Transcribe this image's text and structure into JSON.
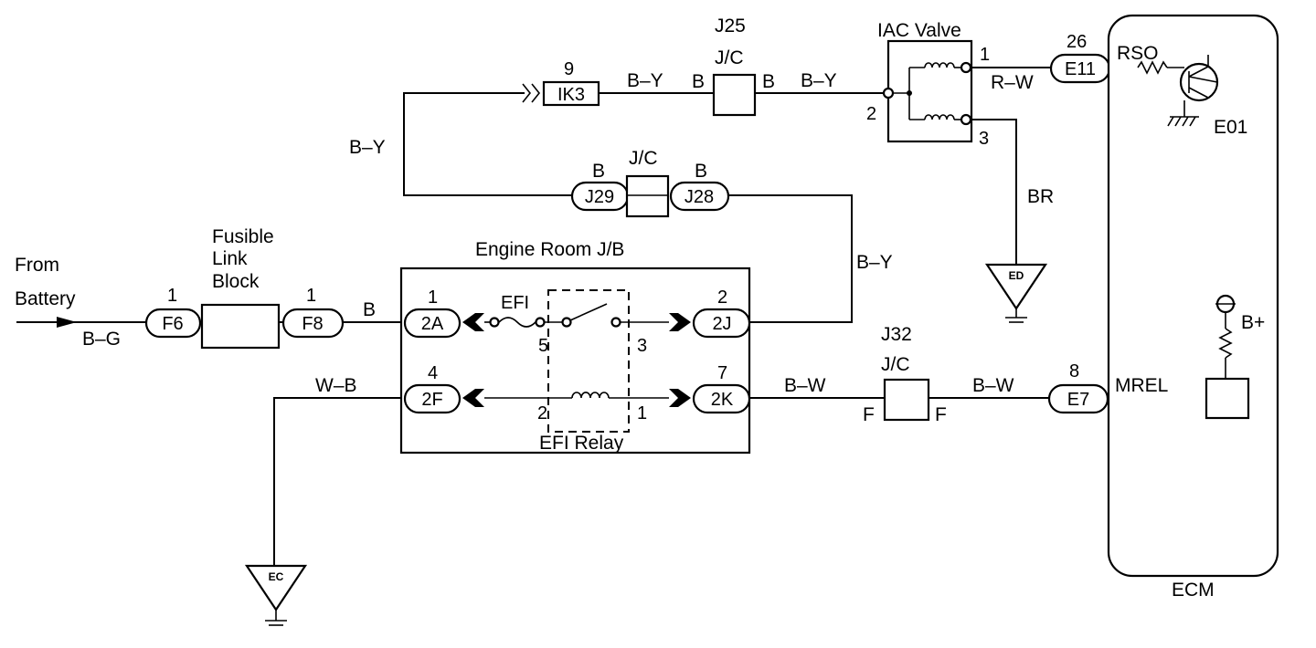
{
  "source": {
    "text_line1": "From",
    "text_line2": "Battery",
    "wire": "B–G"
  },
  "fusible_link": {
    "label_line1": "Fusible",
    "label_line2": "Link",
    "label_line3": "Block",
    "in_pin": "1",
    "in_connector": "F6",
    "out_pin": "1",
    "out_connector": "F8",
    "out_wire": "B"
  },
  "engine_room_jb": {
    "title": "Engine Room J/B",
    "conn_2a": "2A",
    "pin_2a": "1",
    "conn_2f": "2F",
    "pin_2f": "4",
    "conn_2j": "2J",
    "pin_2j": "2",
    "conn_2k": "2K",
    "pin_2k": "7",
    "fuse_label": "EFI",
    "relay_label": "EFI Relay",
    "relay_pin_5": "5",
    "relay_pin_3": "3",
    "relay_pin_2": "2",
    "relay_pin_1": "1"
  },
  "wires": {
    "b_y_left": "B–Y",
    "b_y_right": "B–Y",
    "b_y_top1": "B–Y",
    "b_y_top2": "B–Y",
    "w_b": "W–B",
    "b_w_1": "B–W",
    "b_w_2": "B–W",
    "r_w": "R–W",
    "br": "BR"
  },
  "connectors": {
    "ik3": "IK3",
    "ik3_pin": "9",
    "j25_title": "J25",
    "j25_type": "J/C",
    "j25_left": "B",
    "j25_right": "B",
    "j29": "J29",
    "j28": "J28",
    "j29_j28_type": "J/C",
    "j29_pin": "B",
    "j28_pin": "B",
    "j32_title": "J32",
    "j32_type": "J/C",
    "j32_left": "F",
    "j32_right": "F",
    "e11": "E11",
    "e11_pin": "26",
    "e7": "E7",
    "e7_pin": "8"
  },
  "iac_valve": {
    "title": "IAC Valve",
    "pin_1": "1",
    "pin_2": "2",
    "pin_3": "3"
  },
  "grounds": {
    "ed": "ED",
    "ec": "EC"
  },
  "ecm": {
    "title": "ECM",
    "rso": "RSO",
    "e01": "E01",
    "bplus": "B+",
    "mrel": "MREL"
  }
}
